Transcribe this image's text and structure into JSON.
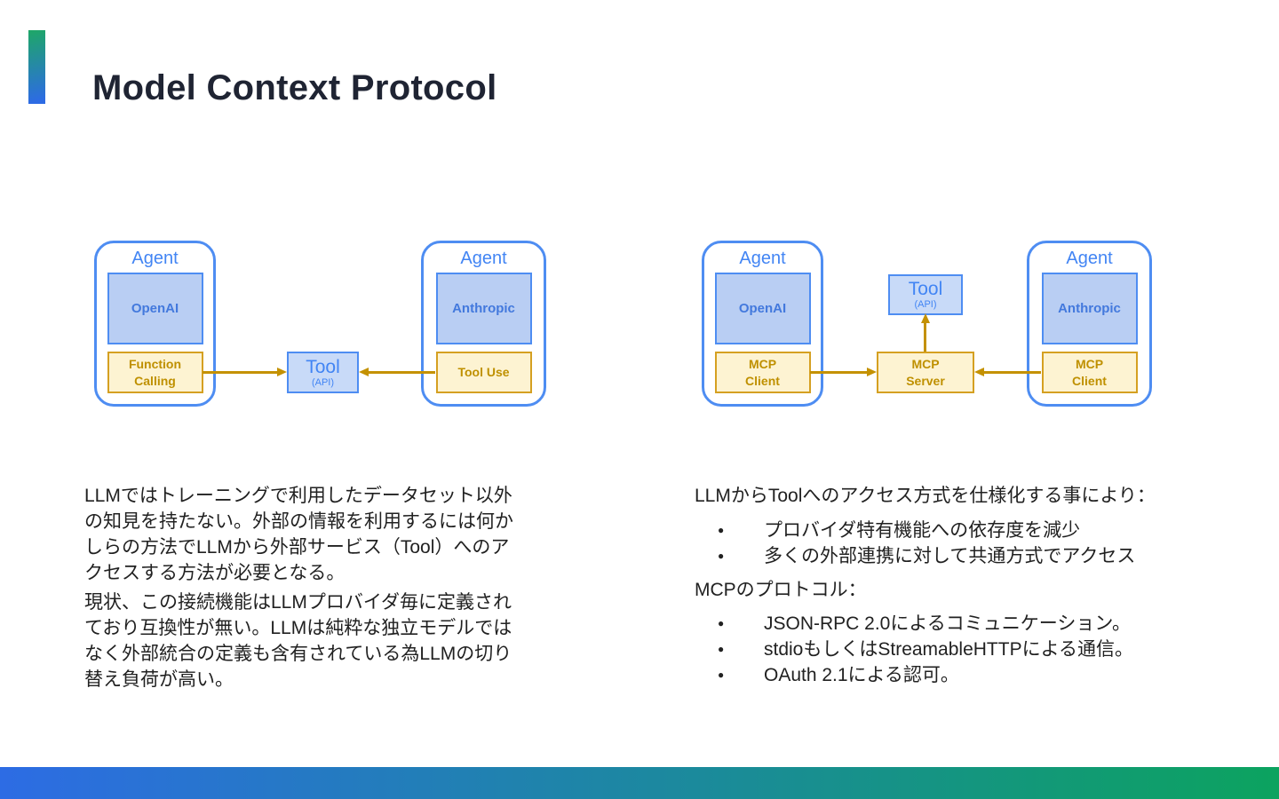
{
  "title": "Model Context Protocol",
  "diagram_before": {
    "agent_openai": {
      "label": "Agent",
      "provider": "OpenAI",
      "connector_line1": "Function",
      "connector_line2": "Calling"
    },
    "agent_anthropic": {
      "label": "Agent",
      "provider": "Anthropic",
      "connector_line1": "Tool Use",
      "connector_line2": ""
    },
    "tool": {
      "name": "Tool",
      "sub": "(API)"
    }
  },
  "diagram_after": {
    "agent_openai": {
      "label": "Agent",
      "provider": "OpenAI",
      "connector_line1": "MCP",
      "connector_line2": "Client"
    },
    "agent_anthropic": {
      "label": "Agent",
      "provider": "Anthropic",
      "connector_line1": "MCP",
      "connector_line2": "Client"
    },
    "tool": {
      "name": "Tool",
      "sub": "(API)"
    },
    "server": {
      "line1": "MCP",
      "line2": "Server"
    }
  },
  "left_text": {
    "para1": "LLMではトレーニングで利用したデータセット以外\nの知見を持たない。外部の情報を利用するには何か\nしらの方法でLLMから外部サービス（Tool）へのア\nクセスする方法が必要となる。",
    "para2": "現状、この接続機能はLLMプロバイダ毎に定義され\nており互換性が無い。LLMは純粋な独立モデルでは\nなく外部統合の定義も含有されている為LLMの切り\n替え負荷が高い。"
  },
  "right_text": {
    "intro": "LLMからToolへのアクセス方式を仕様化する事により：",
    "benefits": [
      "プロバイダ特有機能への依存度を減少",
      "多くの外部連携に対して共通方式でアクセス"
    ],
    "protocol_heading": "MCPのプロトコル：",
    "protocol_items": [
      "JSON-RPC 2.0によるコミュニケーション。",
      "stdioもしくはStreamableHTTPによる通信。",
      "OAuth 2.1による認可。"
    ]
  },
  "colors": {
    "agent_border_blue": "#4e8df2",
    "label_blue": "#4285f4",
    "provider_fill_blue": "#b9cef3",
    "tool_fill_blue": "#c8daf8",
    "connector_fill_cream": "#fdf3d2",
    "connector_border_gold": "#d5a021",
    "connector_text_gold": "#bf9000",
    "arrow_gold": "#c49102",
    "footer_gradient_left": "#2d6ce4",
    "footer_gradient_right": "#0ca35f",
    "accent_green": "#1ea767",
    "accent_blue": "#2d6be4"
  }
}
